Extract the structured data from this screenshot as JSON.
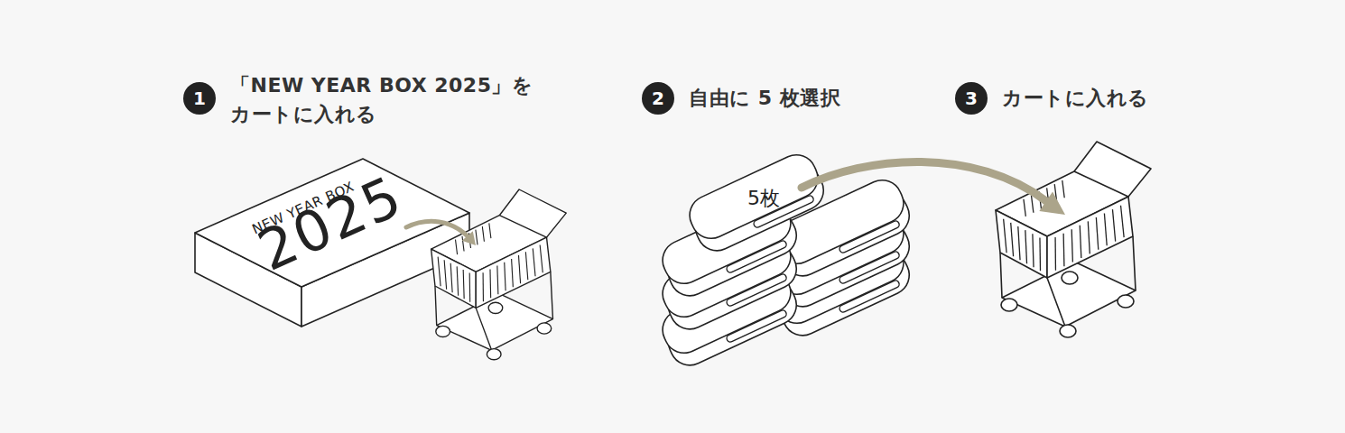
{
  "diagram": {
    "nodes": [
      {
        "text": [
          "1",
          "「NEW YEAR BOX 2025」を カートに入れる"
        ]
      },
      {
        "text": [
          "2",
          "自由に 5 枚選択"
        ]
      },
      {
        "text": [
          "3",
          "カートに入れる"
        ]
      }
    ],
    "labels": [
      "NEW YEAR BOX",
      "2025",
      "5枚"
    ]
  }
}
